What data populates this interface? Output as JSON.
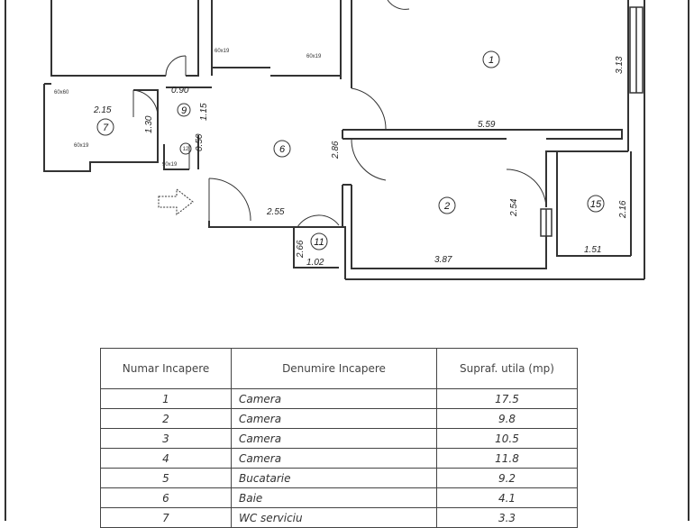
{
  "rooms": [
    {
      "id": "room-1",
      "label": "1"
    },
    {
      "id": "room-2",
      "label": "2"
    },
    {
      "id": "room-6",
      "label": "6"
    },
    {
      "id": "room-7",
      "label": "7"
    },
    {
      "id": "room-9",
      "label": "9"
    },
    {
      "id": "room-11",
      "label": "11"
    },
    {
      "id": "room-12",
      "label": "12"
    },
    {
      "id": "room-15",
      "label": "15"
    }
  ],
  "dimensions": {
    "d090": "0.90",
    "d115": "1.15",
    "d215": "2.15",
    "d130": "1.30",
    "d050": "0.50",
    "d286": "2.86",
    "d559": "5.59",
    "d313": "3.13",
    "d254": "2.54",
    "d216": "2.16",
    "d255": "2.55",
    "d266": "2.66",
    "d102": "1.02",
    "d387": "3.87",
    "d151": "1.51"
  },
  "small_marks": {
    "m1": "60x60",
    "m2": "60x19",
    "m3": "60x19",
    "m4": "60x19",
    "m5": "90x19"
  },
  "table": {
    "headers": [
      "Numar Incapere",
      "Denumire Incapere",
      "Supraf. utila (mp)"
    ],
    "rows": [
      [
        "1",
        "Camera",
        "17.5"
      ],
      [
        "2",
        "Camera",
        "9.8"
      ],
      [
        "3",
        "Camera",
        "10.5"
      ],
      [
        "4",
        "Camera",
        "11.8"
      ],
      [
        "5",
        "Bucatarie",
        "9.2"
      ],
      [
        "6",
        "Baie",
        "4.1"
      ],
      [
        "7",
        "WC serviciu",
        "3.3"
      ]
    ]
  }
}
